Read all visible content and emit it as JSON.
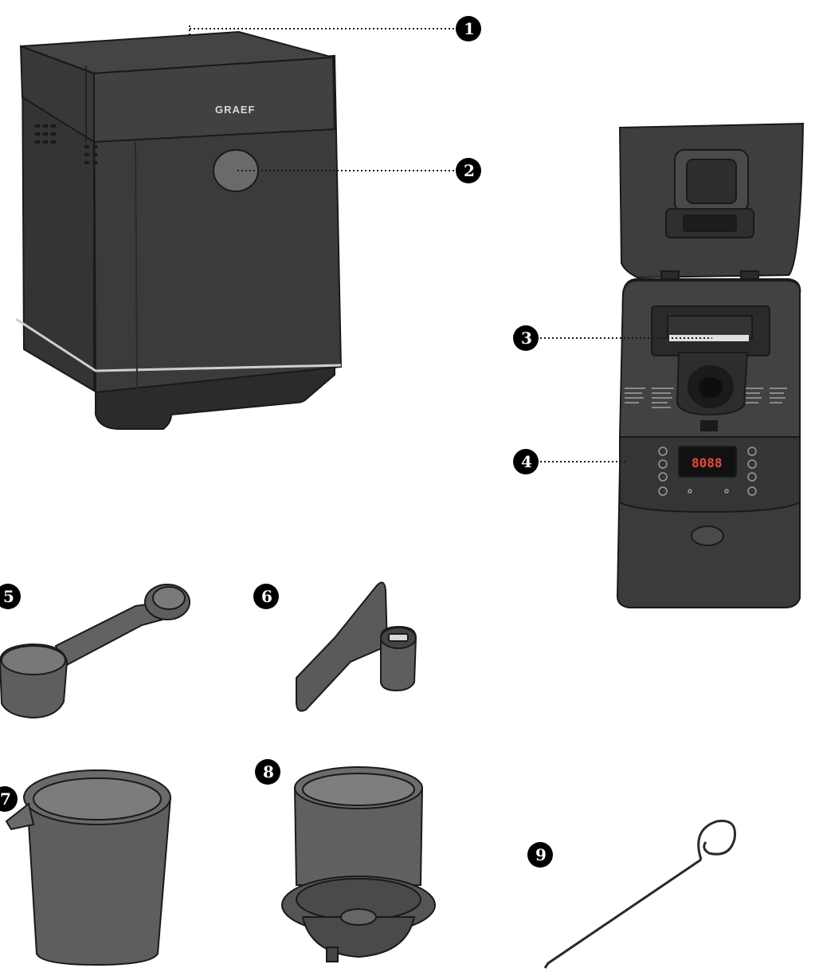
{
  "brand": {
    "logo": "GRAEF"
  },
  "display": {
    "readout": "8088"
  },
  "callouts": [
    {
      "number": "1",
      "part": "lid"
    },
    {
      "number": "2",
      "part": "lid-release-button"
    },
    {
      "number": "3",
      "part": "inner-lid-opening"
    },
    {
      "number": "4",
      "part": "control-panel"
    },
    {
      "number": "5",
      "part": "measuring-spoon"
    },
    {
      "number": "6",
      "part": "kneading-paddle"
    },
    {
      "number": "7",
      "part": "measuring-cup"
    },
    {
      "number": "8",
      "part": "baking-pan"
    },
    {
      "number": "9",
      "part": "paddle-removal-hook"
    }
  ],
  "colors": {
    "body": "#3b3b3b",
    "body_dark": "#2b2b2b",
    "body_light": "#4a4a4a",
    "accessory": "#5e5e5e",
    "accent_strip": "#cfcfcf",
    "display_bg": "#111111",
    "display_fg": "#e84a3a",
    "callout_bg": "#000000"
  }
}
